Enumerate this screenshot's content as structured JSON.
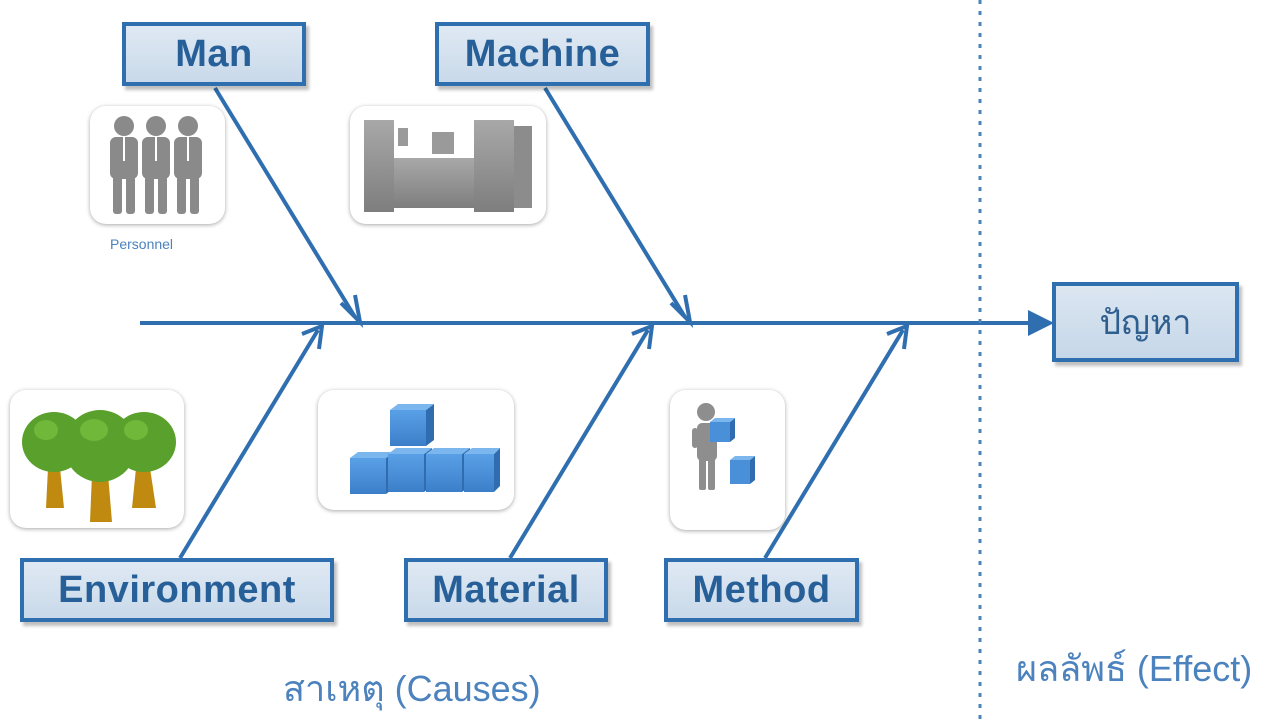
{
  "categories": {
    "man": "Man",
    "machine": "Machine",
    "environment": "Environment",
    "material": "Material",
    "method": "Method"
  },
  "icons": {
    "man": "personnel-icon",
    "machine": "machine-icon",
    "environment": "trees-icon",
    "material": "cubes-icon",
    "method": "person-with-cubes-icon"
  },
  "personnel_caption": "Personnel",
  "effect_label": "ปัญหา",
  "causes_caption": "สาเหตุ (Causes)",
  "effect_caption": "ผลลัพธ์ (Effect)",
  "colors": {
    "line": "#2f6fb0",
    "box_border": "#2f6fb0",
    "box_fill": "#d3e1ef",
    "text": "#275f98",
    "icon_gray": "#8e8e8e",
    "cube_blue": "#4a90d9",
    "tree_green": "#5aa02c",
    "trunk": "#c08a10"
  }
}
